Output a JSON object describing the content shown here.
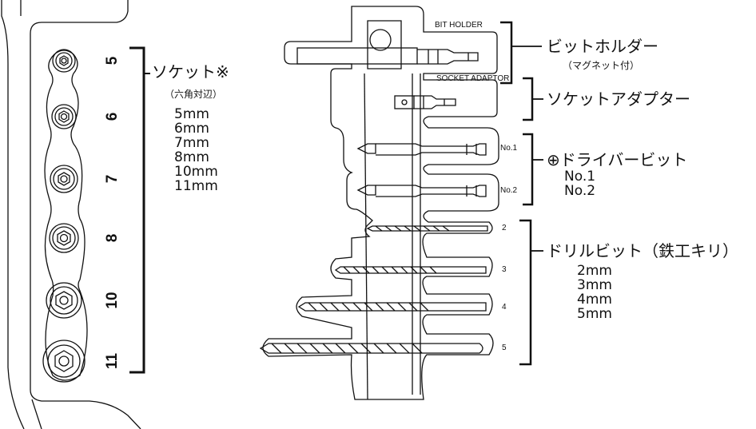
{
  "socket_sizes": [
    "5",
    "6",
    "7",
    "8",
    "10",
    "11"
  ],
  "socket_group": {
    "title": "ソケット※",
    "note": "（六角対辺）",
    "sizes": [
      "5mm",
      "6mm",
      "7mm",
      "8mm",
      "10mm",
      "11mm"
    ]
  },
  "bit_holder": {
    "tag": "BIT HOLDER",
    "title": "ビットホルダー",
    "note": "（マグネット付）"
  },
  "socket_adaptor": {
    "tag": "SOCKET ADAPTOR",
    "title": "ソケットアダプター"
  },
  "driver_bits": {
    "title": "⊕ドライバービット",
    "tags": [
      "No.1",
      "No.2"
    ],
    "sizes": [
      "No.1",
      "No.2"
    ]
  },
  "drill_bits": {
    "title": "ドリルビット（鉄工キリ）",
    "tags": [
      "2",
      "3",
      "4",
      "5"
    ],
    "sizes": [
      "2mm",
      "3mm",
      "4mm",
      "5mm"
    ]
  }
}
